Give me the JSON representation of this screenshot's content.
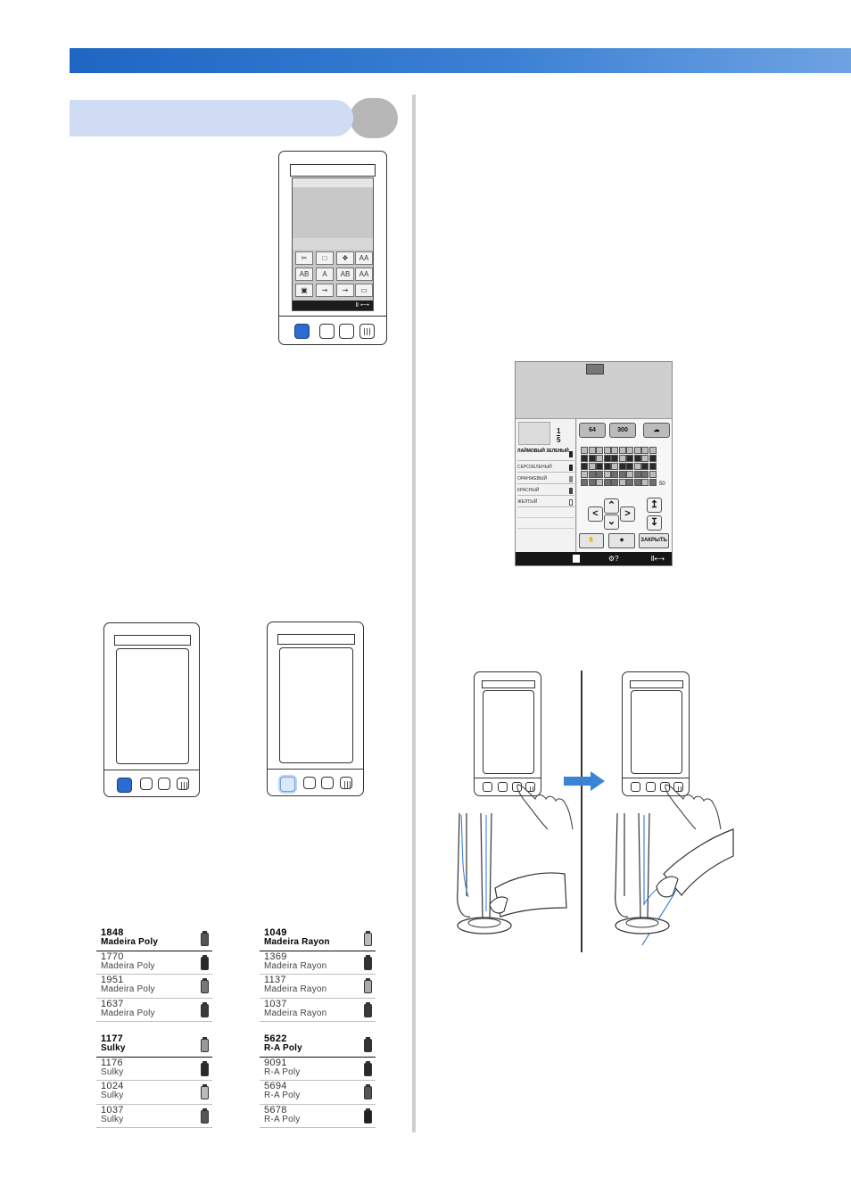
{
  "lcd_screen": {
    "footer": "Ⅱ ⟷"
  },
  "color_change_screen": {
    "current_of_total": {
      "current": "1",
      "total": "5"
    },
    "thread_list": [
      "ЛАЙМОВЫЙ ЗЕЛЕНЫЙ",
      "СЕРОЗЕЛЕНЫЙ",
      "ОРАНЖЕВЫЙ",
      "КРАСНЫЙ",
      "ЖЕЛТЫЙ"
    ],
    "tabs": [
      "64",
      "300",
      ""
    ],
    "palette_side_value": "50",
    "close_label": "ЗАКРЫТЬ",
    "footer_help": "?",
    "footer_right": "Ⅱ⟷",
    "colors": {
      "palette_dark": "#2a2a2a",
      "palette_mid": "#6e6e6e",
      "palette_light": "#bdbdbd"
    }
  },
  "thread_tables": [
    {
      "rows": [
        {
          "number": "1848",
          "brand": "Madeira Poly"
        },
        {
          "number": "1770",
          "brand": "Madeira Poly"
        },
        {
          "number": "1951",
          "brand": "Madeira Poly"
        },
        {
          "number": "1637",
          "brand": "Madeira Poly"
        }
      ]
    },
    {
      "rows": [
        {
          "number": "1049",
          "brand": "Madeira Rayon"
        },
        {
          "number": "1369",
          "brand": "Madeira Rayon"
        },
        {
          "number": "1137",
          "brand": "Madeira Rayon"
        },
        {
          "number": "1037",
          "brand": "Madeira Rayon"
        }
      ]
    },
    {
      "rows": [
        {
          "number": "1177",
          "brand": "Sulky"
        },
        {
          "number": "1176",
          "brand": "Sulky"
        },
        {
          "number": "1024",
          "brand": "Sulky"
        },
        {
          "number": "1037",
          "brand": "Sulky"
        }
      ]
    },
    {
      "rows": [
        {
          "number": "5622",
          "brand": "R-A Poly"
        },
        {
          "number": "9091",
          "brand": "R-A Poly"
        },
        {
          "number": "5694",
          "brand": "R-A Poly"
        },
        {
          "number": "5678",
          "brand": "R-A Poly"
        }
      ]
    }
  ],
  "colors": {
    "header_band": "#2c73cc",
    "section_pill": "#cfdcf4",
    "key_blue": "#2c6bd0",
    "arrow_blue": "#3a84d6",
    "thread_blue": "#2d7ad8"
  },
  "icons": [
    "embroidery-machine-panel",
    "hand-pointer-icon",
    "right-arrow-icon",
    "needle-threader-icon",
    "spool-icon"
  ]
}
